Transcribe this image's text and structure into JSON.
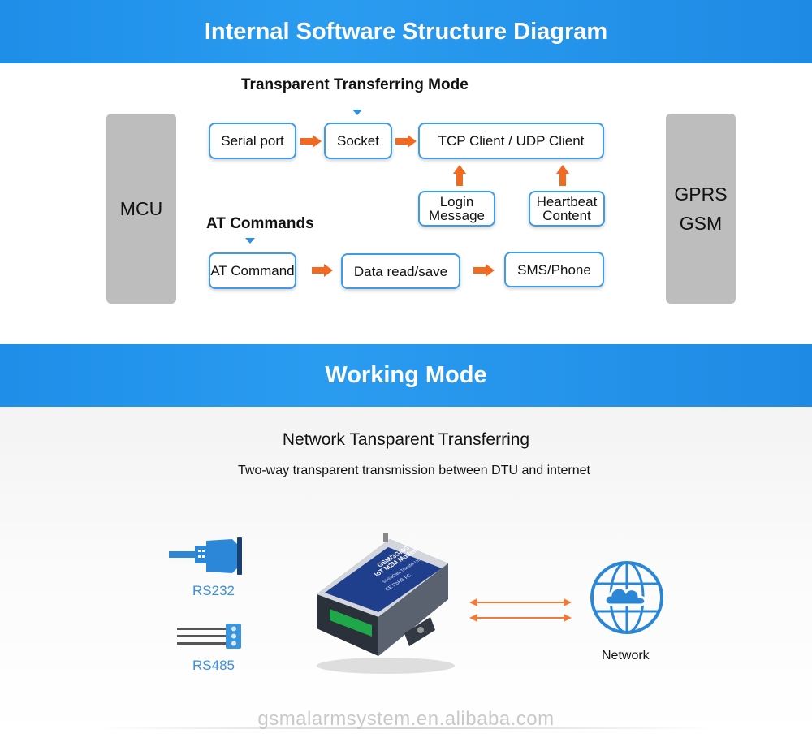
{
  "banners": {
    "top": "Internal Software Structure Diagram",
    "middle": "Working Mode"
  },
  "structure": {
    "transparent_mode_title": "Transparent Transferring Mode",
    "at_commands_title": "AT Commands",
    "mcu_label": "MCU",
    "gprs_label": "GPRS",
    "gsm_label": "GSM",
    "boxes": {
      "serial_port": "Serial port",
      "socket": "Socket",
      "tcp_udp": "TCP Client / UDP Client",
      "login_line1": "Login",
      "login_line2": "Message",
      "heartbeat_line1": "Heartbeat",
      "heartbeat_line2": "Content",
      "at_command": "AT Command",
      "data_read_save": "Data read/save",
      "sms_phone": "SMS/Phone"
    }
  },
  "working_mode": {
    "heading": "Network Tansparent Transferring",
    "subheading": "Two-way transparent transmission between DTU and internet",
    "rs232_label": "RS232",
    "rs485_label": "RS485",
    "network_label": "Network",
    "device_text": {
      "line1": "GSM/3G/4G",
      "line2": "IoT M2M Modem",
      "line3": "SMS&Data Transfer Unit",
      "marks": "CE RoHS FC"
    }
  },
  "colors": {
    "banner_blue": "#2a9cf0",
    "box_border": "#3d9be9",
    "arrow_orange": "#f26a21",
    "side_block_gray": "#bdbdbd",
    "label_blue": "#3a8fe0"
  },
  "watermark": "gsmalarmsystem.en.alibaba.com"
}
